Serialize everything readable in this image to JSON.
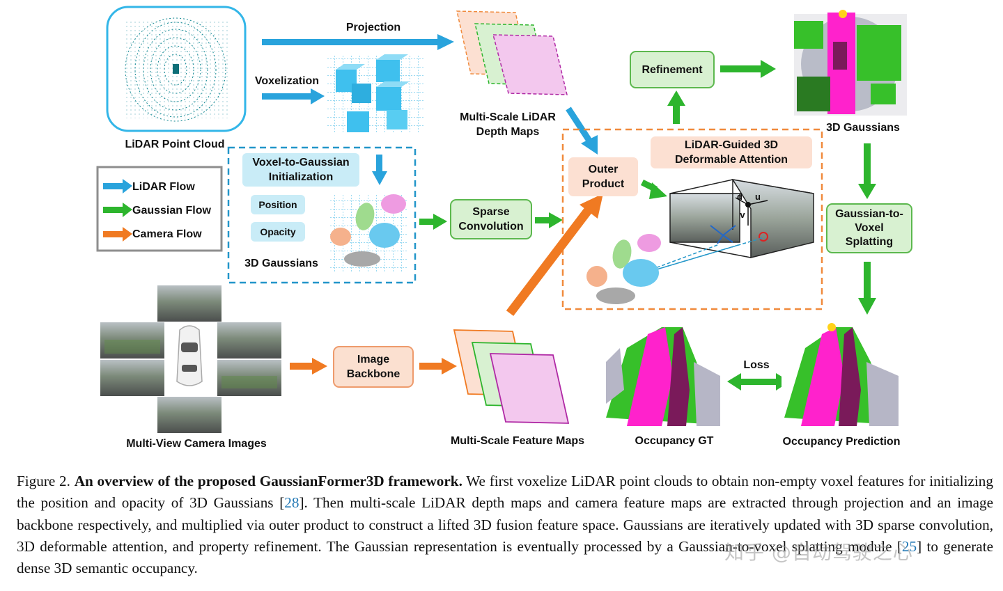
{
  "diagram": {
    "lidar_point_cloud": "LiDAR Point Cloud",
    "projection": "Projection",
    "voxelization": "Voxelization",
    "lidar_depth_maps": "Multi-Scale LiDAR\nDepth Maps",
    "refinement": "Refinement",
    "gaussians_3d_top": "3D Gaussians",
    "legend": {
      "lidar_flow": "LiDAR Flow",
      "gaussian_flow": "Gaussian Flow",
      "camera_flow": "Camera Flow"
    },
    "v2g_init": "Voxel-to-Gaussian\nInitialization",
    "position": "Position",
    "opacity": "Opacity",
    "gaussians_3d_mid": "3D Gaussians",
    "sparse_conv": "Sparse\nConvolution",
    "outer_product": "Outer\nProduct",
    "lidar_guided": "LiDAR-Guided 3D\nDeformable Attention",
    "axis_d": "d",
    "axis_u": "u",
    "axis_v": "v",
    "g2v_splatting": "Gaussian-to-\nVoxel\nSplatting",
    "image_backbone": "Image\nBackbone",
    "camera_images": "Multi-View Camera Images",
    "feature_maps": "Multi-Scale Feature Maps",
    "occ_gt": "Occupancy GT",
    "loss": "Loss",
    "occ_pred": "Occupancy Prediction"
  },
  "caption": {
    "fig_label": "Figure 2.",
    "title": "An overview of the proposed GaussianFormer3D framework.",
    "text_1": "We first voxelize LiDAR point clouds to obtain non-empty voxel features for initializing the position and opacity of 3D Gaussians [",
    "cite_1": "28",
    "text_2": "]. Then multi-scale LiDAR depth maps and camera feature maps are extracted through projection and an image backbone respectively, and multiplied via outer product to construct a lifted 3D fusion feature space. Gaussians are iteratively updated with 3D sparse convolution, 3D deformable attention, and property refinement. The Gaussian representation is eventually processed by a Gaussian-to-voxel splatting module [",
    "cite_2": "25",
    "text_3": "] to generate dense 3D semantic occupancy."
  },
  "watermark": "知乎 @自动驾驶之心",
  "colors": {
    "lidar": "#29a3dc",
    "gaussian": "#2db52d",
    "camera": "#f07a22",
    "dashed_orange": "#f08a3c",
    "dashed_blue": "#2296c9",
    "magenta": "#ff22cc",
    "green_occ": "#37c02a"
  }
}
